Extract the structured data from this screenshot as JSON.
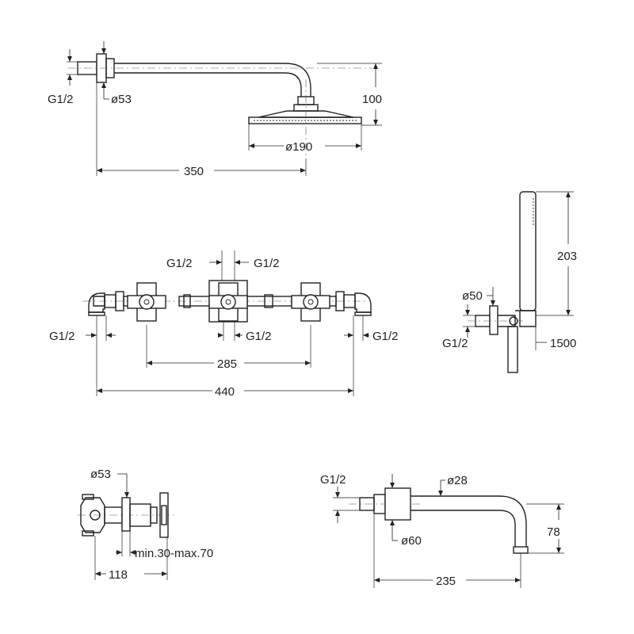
{
  "shower_head": {
    "inlet_thread": "G1/2",
    "flange_diameter": "ø53",
    "head_diameter": "ø190",
    "drop_height": "100",
    "arm_projection": "350"
  },
  "valve_set": {
    "thread_top_left": "G1/2",
    "thread_top_right": "G1/2",
    "thread_center_outlet": "G1/2",
    "thread_left": "G1/2",
    "thread_right": "G1/2",
    "handle_spacing": "285",
    "overall_width": "440"
  },
  "hand_shower": {
    "handset_length": "203",
    "flange_diameter": "ø50",
    "outlet_thread": "G1/2",
    "hose_length": "1500"
  },
  "single_valve": {
    "flange_diameter": "ø53",
    "wall_depth_range": "min.30-max.70",
    "overall_length": "118"
  },
  "spout": {
    "inlet_thread": "G1/2",
    "pipe_diameter": "ø28",
    "flange_diameter": "ø60",
    "drop_height": "78",
    "projection": "235"
  }
}
